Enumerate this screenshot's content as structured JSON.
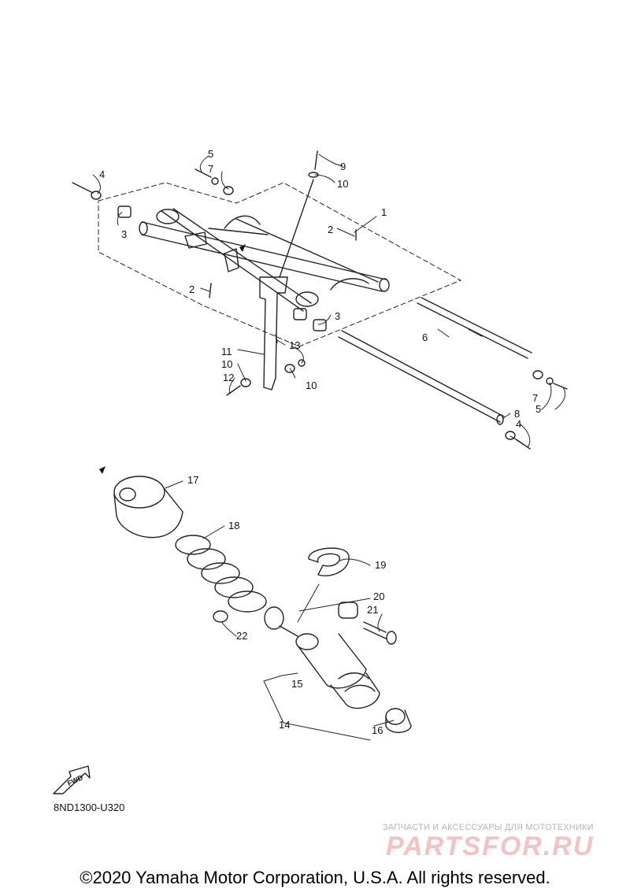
{
  "diagram": {
    "callouts": [
      "1",
      "2",
      "2",
      "3",
      "3",
      "4",
      "4",
      "5",
      "5",
      "6",
      "7",
      "7",
      "8",
      "9",
      "10",
      "10",
      "10",
      "11",
      "12",
      "13",
      "14",
      "15",
      "16",
      "17",
      "18",
      "19",
      "20",
      "21",
      "22"
    ],
    "fwd_label": "FWD",
    "diagram_code": "8ND1300-U320"
  },
  "watermark": {
    "tagline": "ЗАПЧАСТИ И АКСЕССУАРЫ ДЛЯ МОТОТЕХНИКИ",
    "logo": "PARTSFOR.RU"
  },
  "footer": {
    "copyright": "©2020 Yamaha Motor Corporation, U.S.A. All rights reserved."
  }
}
